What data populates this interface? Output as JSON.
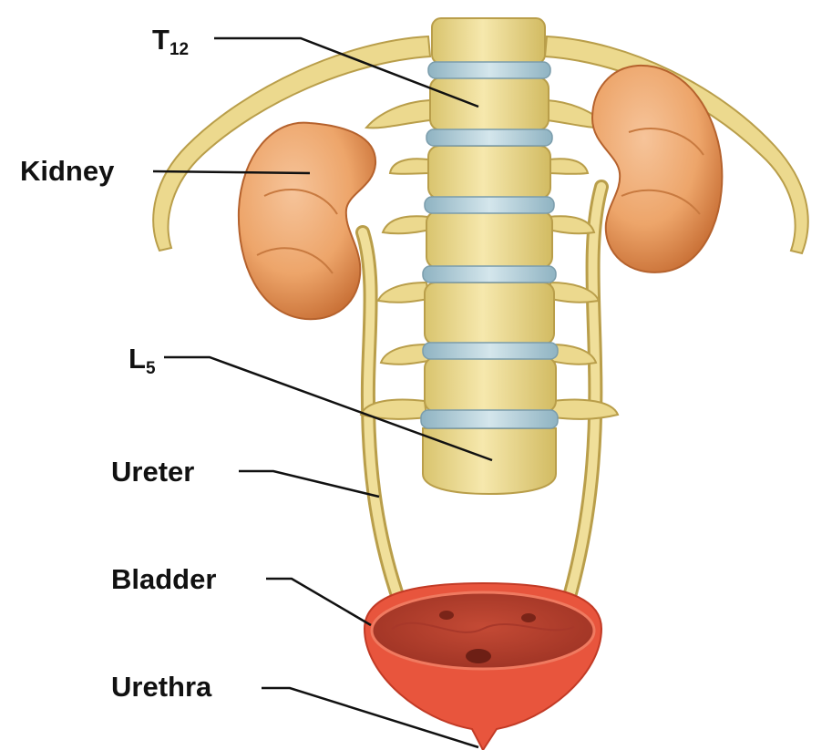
{
  "labels": {
    "t12": {
      "main": "T",
      "sub": "12"
    },
    "kidney": "Kidney",
    "l5": {
      "main": "L",
      "sub": "5"
    },
    "ureter": "Ureter",
    "bladder": "Bladder",
    "urethra": "Urethra"
  },
  "colors": {
    "bone": "#f0df9a",
    "bone_shadow": "#c9b25c",
    "disc": "#b9d3dc",
    "kidney": "#eda56a",
    "kidney_shadow": "#c86f35",
    "bladder_outer": "#e8553d",
    "bladder_inner": "#b8402f",
    "leader_line": "#111111"
  }
}
